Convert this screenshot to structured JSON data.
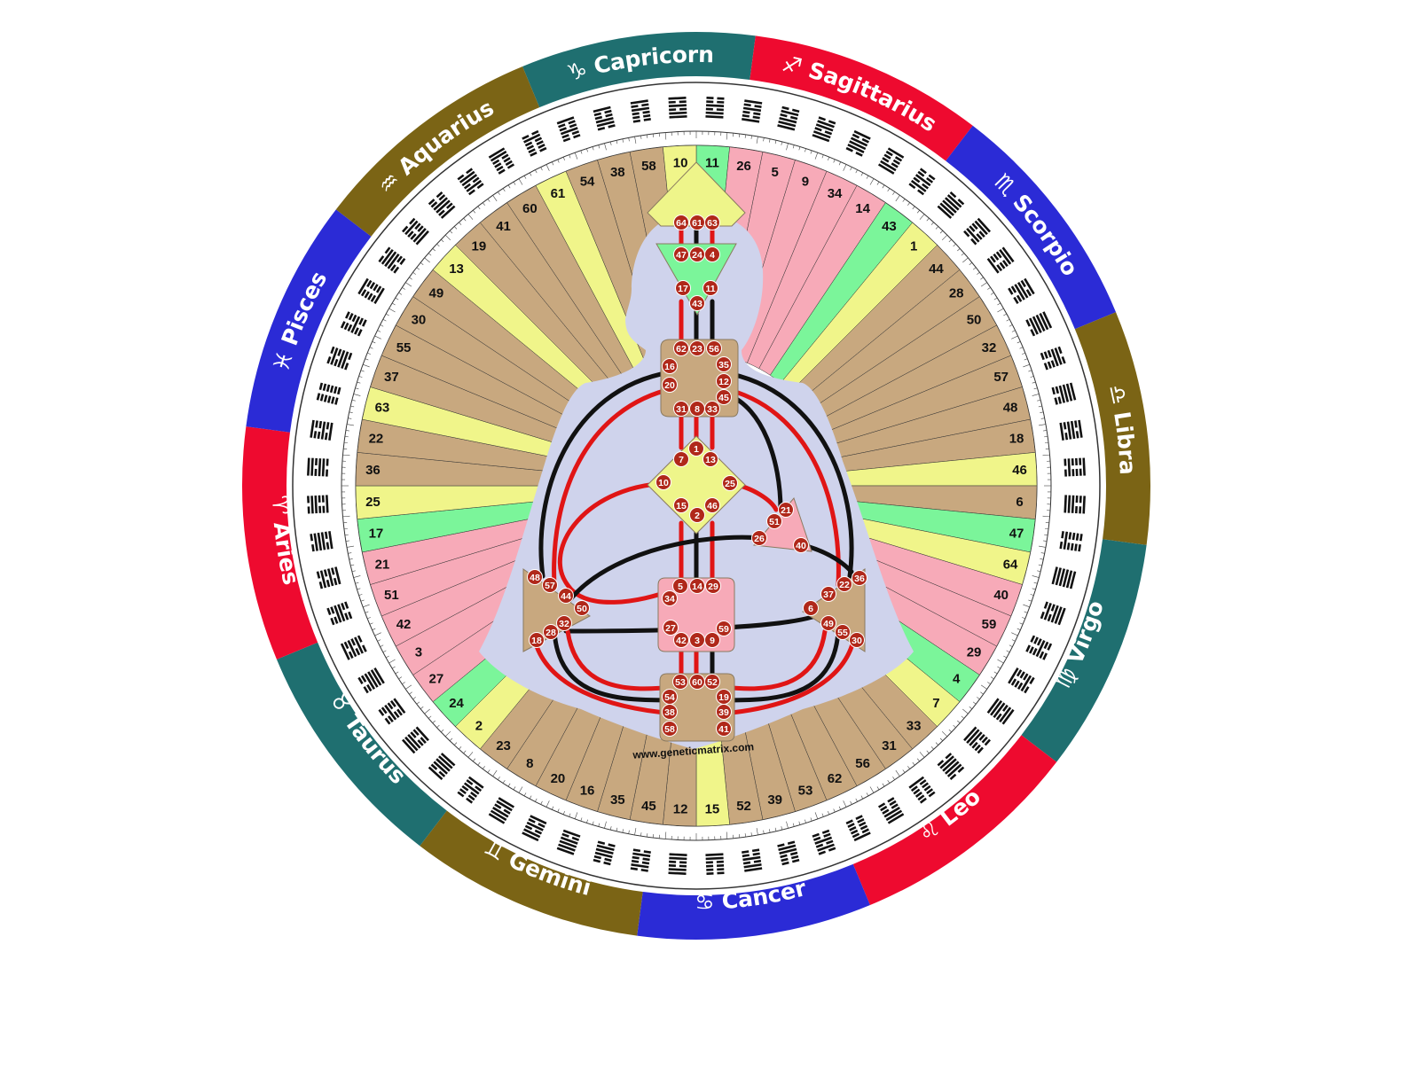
{
  "signs": [
    {
      "name": "Capricorn",
      "glyph": "♑",
      "color": "#1f6f70"
    },
    {
      "name": "Sagittarius",
      "glyph": "♐",
      "color": "#ee0a2f"
    },
    {
      "name": "Scorpio",
      "glyph": "♏",
      "color": "#2b2bd6"
    },
    {
      "name": "Libra",
      "glyph": "♎",
      "color": "#7b6415"
    },
    {
      "name": "Virgo",
      "glyph": "♍",
      "color": "#1f6f70"
    },
    {
      "name": "Leo",
      "glyph": "♌",
      "color": "#ee0a2f"
    },
    {
      "name": "Cancer",
      "glyph": "♋",
      "color": "#2b2bd6"
    },
    {
      "name": "Gemini",
      "glyph": "♊",
      "color": "#7b6415"
    },
    {
      "name": "Taurus",
      "glyph": "♉",
      "color": "#1f6f70"
    },
    {
      "name": "Aries",
      "glyph": "♈",
      "color": "#ee0a2f"
    },
    {
      "name": "Pisces",
      "glyph": "♓",
      "color": "#2b2bd6"
    },
    {
      "name": "Aquarius",
      "glyph": "♒",
      "color": "#7b6415"
    }
  ],
  "gates_clockwise_from_top": [
    {
      "n": "11",
      "c": "green"
    },
    {
      "n": "26",
      "c": "pink"
    },
    {
      "n": "5",
      "c": "pink"
    },
    {
      "n": "9",
      "c": "pink"
    },
    {
      "n": "34",
      "c": "pink"
    },
    {
      "n": "14",
      "c": "pink"
    },
    {
      "n": "43",
      "c": "green"
    },
    {
      "n": "1",
      "c": "yellow"
    },
    {
      "n": "44",
      "c": "tan"
    },
    {
      "n": "28",
      "c": "tan"
    },
    {
      "n": "50",
      "c": "tan"
    },
    {
      "n": "32",
      "c": "tan"
    },
    {
      "n": "57",
      "c": "tan"
    },
    {
      "n": "48",
      "c": "tan"
    },
    {
      "n": "18",
      "c": "tan"
    },
    {
      "n": "46",
      "c": "yellow"
    },
    {
      "n": "6",
      "c": "tan"
    },
    {
      "n": "47",
      "c": "green"
    },
    {
      "n": "64",
      "c": "yellow"
    },
    {
      "n": "40",
      "c": "pink"
    },
    {
      "n": "59",
      "c": "pink"
    },
    {
      "n": "29",
      "c": "pink"
    },
    {
      "n": "4",
      "c": "green"
    },
    {
      "n": "7",
      "c": "yellow"
    },
    {
      "n": "33",
      "c": "tan"
    },
    {
      "n": "31",
      "c": "tan"
    },
    {
      "n": "56",
      "c": "tan"
    },
    {
      "n": "62",
      "c": "tan"
    },
    {
      "n": "53",
      "c": "tan"
    },
    {
      "n": "39",
      "c": "tan"
    },
    {
      "n": "52",
      "c": "tan"
    },
    {
      "n": "15",
      "c": "yellow"
    },
    {
      "n": "12",
      "c": "tan"
    },
    {
      "n": "45",
      "c": "tan"
    },
    {
      "n": "35",
      "c": "tan"
    },
    {
      "n": "16",
      "c": "tan"
    },
    {
      "n": "20",
      "c": "tan"
    },
    {
      "n": "8",
      "c": "tan"
    },
    {
      "n": "23",
      "c": "tan"
    },
    {
      "n": "2",
      "c": "yellow"
    },
    {
      "n": "24",
      "c": "green"
    },
    {
      "n": "27",
      "c": "pink"
    },
    {
      "n": "3",
      "c": "pink"
    },
    {
      "n": "42",
      "c": "pink"
    },
    {
      "n": "51",
      "c": "pink"
    },
    {
      "n": "21",
      "c": "pink"
    },
    {
      "n": "17",
      "c": "green"
    },
    {
      "n": "25",
      "c": "yellow"
    },
    {
      "n": "36",
      "c": "tan"
    },
    {
      "n": "22",
      "c": "tan"
    },
    {
      "n": "63",
      "c": "yellow"
    },
    {
      "n": "37",
      "c": "tan"
    },
    {
      "n": "55",
      "c": "tan"
    },
    {
      "n": "30",
      "c": "tan"
    },
    {
      "n": "49",
      "c": "tan"
    },
    {
      "n": "13",
      "c": "yellow"
    },
    {
      "n": "19",
      "c": "tan"
    },
    {
      "n": "41",
      "c": "tan"
    },
    {
      "n": "60",
      "c": "tan"
    },
    {
      "n": "61",
      "c": "yellow"
    },
    {
      "n": "54",
      "c": "tan"
    },
    {
      "n": "38",
      "c": "tan"
    },
    {
      "n": "58",
      "c": "tan"
    },
    {
      "n": "10",
      "c": "yellow"
    }
  ],
  "gate_colors": {
    "green": "#7bf59a",
    "pink": "#f7aab8",
    "yellow": "#f0f58a",
    "tan": "#c8a87f"
  },
  "center_colors": {
    "head": "#eef58a",
    "ajna": "#7bf59a",
    "throat": "#c8a87f",
    "g": "#eef58a",
    "spleen": "#c8a87f",
    "solar": "#c8a87f",
    "ego": "#f7aab8",
    "sacral": "#f7aab8",
    "root": "#c8a87f",
    "body": "#cfd3ec"
  },
  "centers": {
    "head": [
      "64",
      "61",
      "63"
    ],
    "ajna": [
      "47",
      "24",
      "4",
      "17",
      "11",
      "43"
    ],
    "throat": [
      "62",
      "23",
      "56",
      "16",
      "35",
      "20",
      "12",
      "45",
      "31",
      "8",
      "33"
    ],
    "g": [
      "1",
      "7",
      "13",
      "10",
      "25",
      "15",
      "2",
      "46"
    ],
    "ego": [
      "21",
      "51",
      "26",
      "40"
    ],
    "spleen": [
      "48",
      "57",
      "44",
      "50",
      "32",
      "28",
      "18"
    ],
    "solar": [
      "36",
      "37",
      "22",
      "6",
      "49",
      "55",
      "30"
    ],
    "sacral": [
      "5",
      "14",
      "29",
      "34",
      "27",
      "42",
      "3",
      "9",
      "59"
    ],
    "root": [
      "53",
      "60",
      "52",
      "54",
      "19",
      "38",
      "39",
      "58",
      "41"
    ]
  },
  "website": "www.geneticmatrix.com"
}
